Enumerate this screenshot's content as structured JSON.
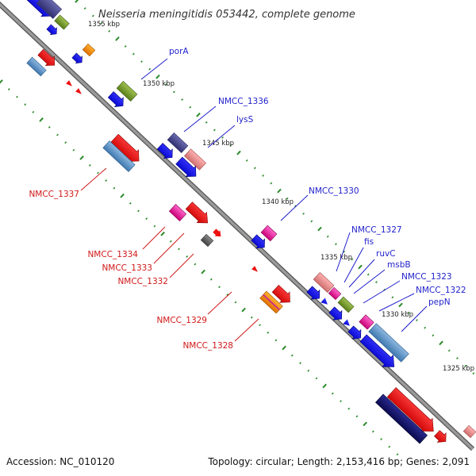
{
  "title": "Neisseria meningitidis 053442, complete genome",
  "footer": {
    "accession": "Accession: NC_010120",
    "summary": "Topology: circular; Length: 2,153,416 bp; Genes: 2,091"
  },
  "kbp_labels": [
    "1355 kbp",
    "1350 kbp",
    "1345 kbp",
    "1340 kbp",
    "1335 kbp",
    "1330 kbp",
    "1325 kbp"
  ],
  "gene_labels_forward": [
    "porA",
    "NMCC_1336",
    "lysS",
    "NMCC_1330",
    "NMCC_1327",
    "fis",
    "ruvC",
    "msbB",
    "NMCC_1323",
    "NMCC_1322",
    "pepN"
  ],
  "gene_labels_reverse": [
    "NMCC_1337",
    "NMCC_1334",
    "NMCC_1333",
    "NMCC_1332",
    "NMCC_1329",
    "NMCC_1328"
  ],
  "colors": {
    "backbone": "#8c8c8c",
    "forward_label": "#1f1fcc",
    "reverse_label": "#d01818",
    "tick": "#2a8a2a"
  }
}
